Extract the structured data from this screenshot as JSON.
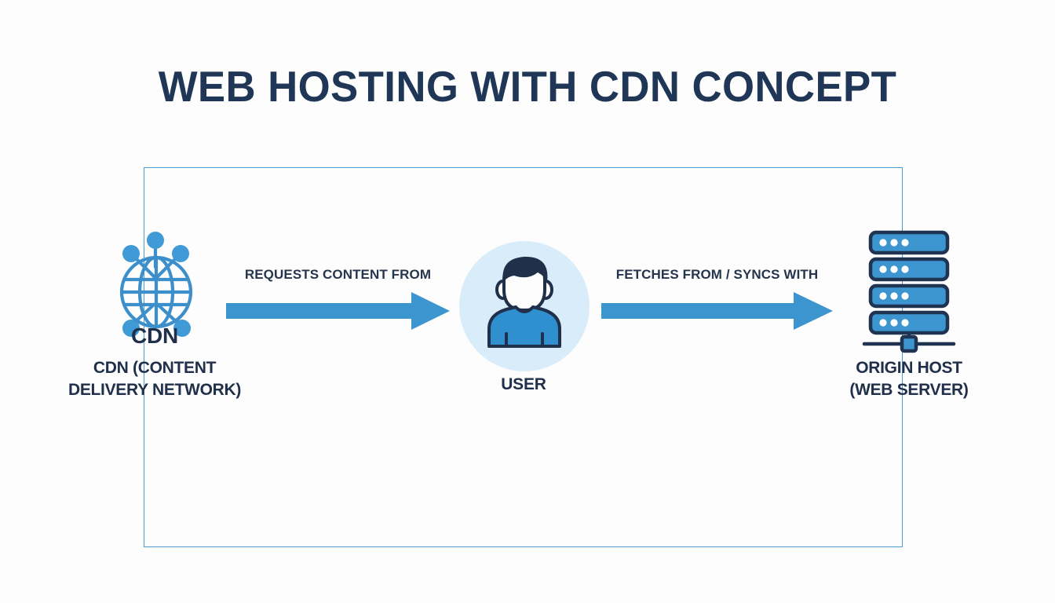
{
  "page": {
    "title": "WEB HOSTING WITH CDN CONCEPT",
    "background_color": "#fdfdfd",
    "frame_border_color": "#4a9ad4"
  },
  "colors": {
    "navy": "#20304a",
    "blue": "#3d95d0",
    "light_blue_circle": "#d9ecf9",
    "globe_blue": "#3d8fcb",
    "node_blue": "#3f9ad6",
    "server_blue": "#3d95d0",
    "server_outline": "#1f3450"
  },
  "nodes": {
    "cdn": {
      "icon": "globe-network-icon",
      "overlay_text": "CDN",
      "caption_line1": "CDN (CONTENT",
      "caption_line2": "DELIVERY NETWORK)"
    },
    "user": {
      "icon": "user-avatar-icon",
      "caption": "USER"
    },
    "host": {
      "icon": "server-rack-icon",
      "caption_line1": "ORIGIN HOST",
      "caption_line2": "(WEB SERVER)"
    }
  },
  "arrows": [
    {
      "id": "cdn-to-user",
      "label": "REQUESTS CONTENT FROM",
      "direction": "right",
      "color": "#3d95d0"
    },
    {
      "id": "user-to-host",
      "label": "FETCHES FROM / SYNCS WITH",
      "direction": "right",
      "color": "#3d95d0"
    }
  ]
}
